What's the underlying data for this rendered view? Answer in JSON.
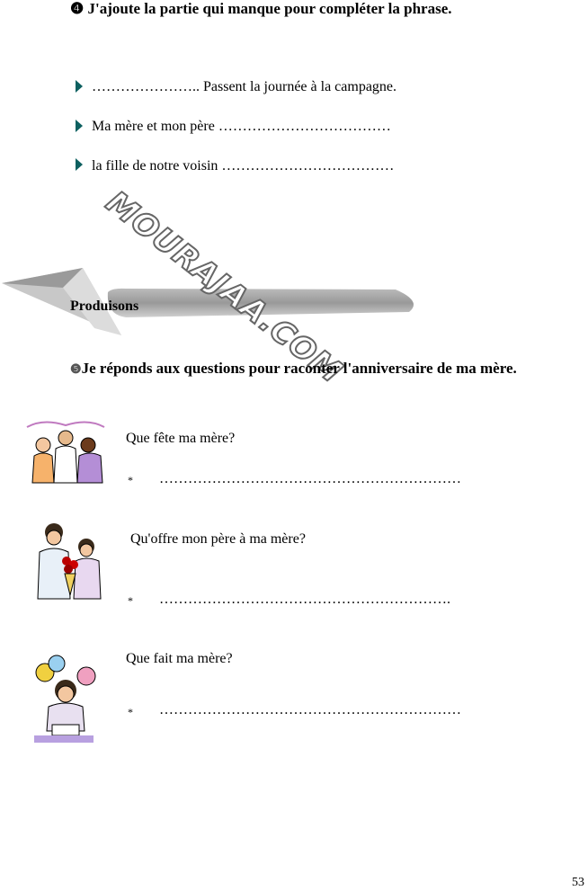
{
  "exercise4": {
    "number": "❹",
    "title": "J'ajoute la partie qui manque pour compléter la phrase.",
    "items": [
      {
        "text": "………………….. Passent la journée à la campagne."
      },
      {
        "text": "Ma mère et mon père ………………………………"
      },
      {
        "text": "la fille de notre voisin ………………………………"
      }
    ]
  },
  "watermark": "MOURAJAA.COM",
  "section": {
    "title": "Produisons"
  },
  "exercise5": {
    "number": "❺",
    "title": "Je réponds aux questions pour raconter l'anniversaire de ma mère.",
    "questions": [
      {
        "question": "Que fête ma mère?",
        "marker": "*",
        "answer": "………………………………………………………"
      },
      {
        "question": "Qu'offre mon père à ma mère?",
        "marker": "*",
        "answer": "……………………………………………………."
      },
      {
        "question": "Que fait ma mère?",
        "marker": "*",
        "answer": "………………………………………………………"
      }
    ]
  },
  "page_number": "53"
}
